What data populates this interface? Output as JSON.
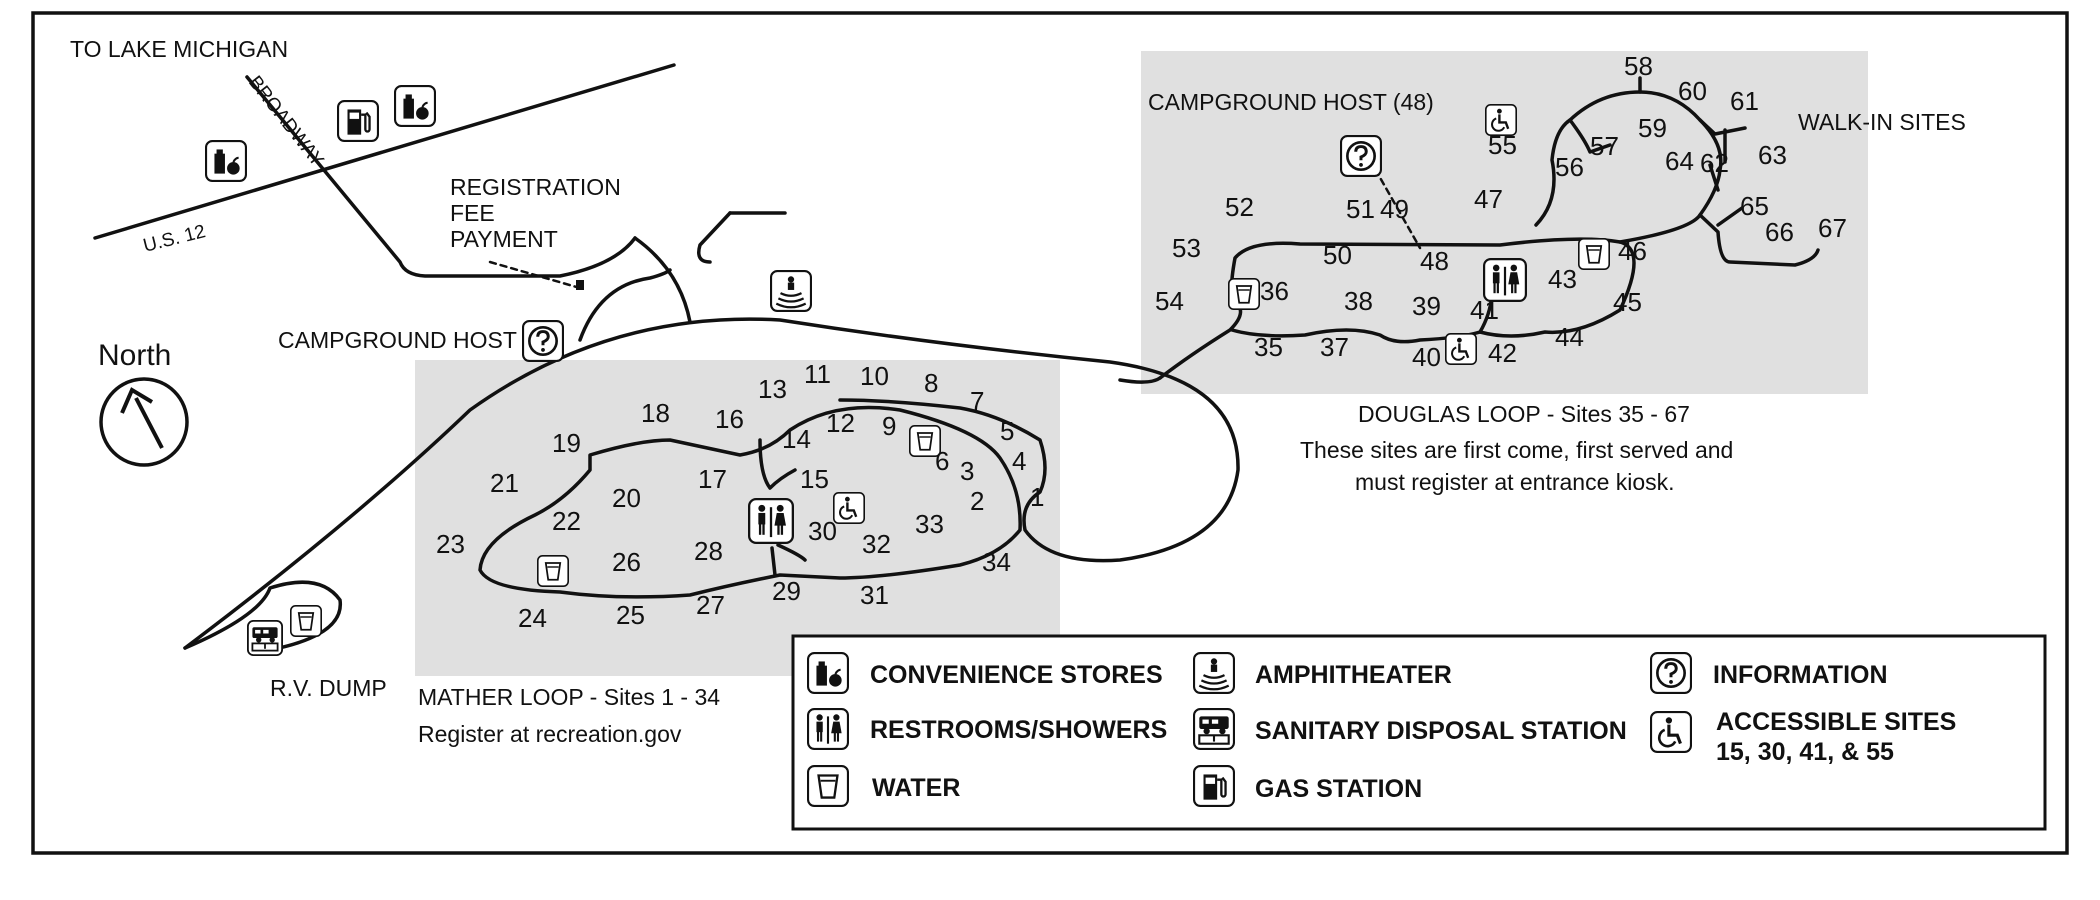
{
  "labels": {
    "to_lake": "TO LAKE MICHIGAN",
    "broadway": "BROADWAY",
    "us12": "U.S. 12",
    "reg1": "REGISTRATION",
    "reg2": "FEE",
    "reg3": "PAYMENT",
    "host_left": "CAMPGROUND HOST",
    "host_right": "CAMPGROUND HOST (48)",
    "walkin": "WALK-IN SITES",
    "north": "North",
    "rvdump": "R.V. DUMP",
    "mather_title": "MATHER LOOP - Sites 1 - 34",
    "mather_note": "Register at recreation.gov",
    "douglas_title": "DOUGLAS LOOP - Sites 35 - 67",
    "douglas_note1": "These sites are first come, first served and",
    "douglas_note2": "must register at entrance kiosk."
  },
  "sites_mather": [
    "1",
    "2",
    "3",
    "4",
    "5",
    "6",
    "7",
    "8",
    "9",
    "10",
    "11",
    "12",
    "13",
    "14",
    "15",
    "16",
    "17",
    "18",
    "19",
    "20",
    "21",
    "22",
    "23",
    "24",
    "25",
    "26",
    "27",
    "28",
    "29",
    "30",
    "31",
    "32",
    "33",
    "34"
  ],
  "sites_douglas": [
    "35",
    "36",
    "37",
    "38",
    "39",
    "40",
    "41",
    "42",
    "43",
    "44",
    "45",
    "46",
    "47",
    "48",
    "49",
    "50",
    "51",
    "52",
    "53",
    "54",
    "55",
    "56",
    "57",
    "58",
    "59",
    "60",
    "61",
    "62",
    "63",
    "64",
    "65",
    "66",
    "67"
  ],
  "legend": {
    "stores": "CONVENIENCE STORES",
    "restrooms": "RESTROOMS/SHOWERS",
    "water": "WATER",
    "amphitheater": "AMPHITHEATER",
    "sanitary": "SANITARY DISPOSAL STATION",
    "gas": "GAS STATION",
    "information": "INFORMATION",
    "accessible1": "ACCESSIBLE SITES",
    "accessible2": "15, 30, 41, & 55"
  },
  "icons": {
    "store": "convenience-store-icon",
    "restroom": "restroom-icon",
    "water": "water-icon",
    "amphitheater": "amphitheater-icon",
    "sanitary": "sanitary-dump-icon",
    "gas": "gas-station-icon",
    "info": "information-icon",
    "accessible": "accessible-icon",
    "north_arrow": "north-arrow-icon"
  },
  "colors": {
    "loop_shade": "#e0e0e0",
    "ink": "#111111"
  }
}
